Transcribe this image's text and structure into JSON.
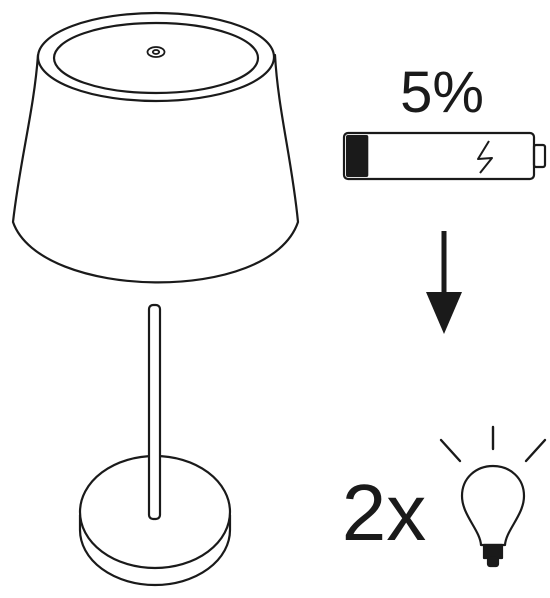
{
  "battery": {
    "percent_label": "5%",
    "level": 0.12,
    "icon": "charging-bolt-icon"
  },
  "indicator": {
    "count_label": "2x",
    "icon": "light-bulb-icon",
    "ray_icon": "light-rays-icon"
  },
  "arrow": {
    "icon": "arrow-down-icon"
  },
  "lamp": {
    "icon": "table-lamp-icon",
    "button_icon": "power-button-icon"
  },
  "colors": {
    "stroke": "#1a1a1a",
    "background": "#ffffff"
  }
}
